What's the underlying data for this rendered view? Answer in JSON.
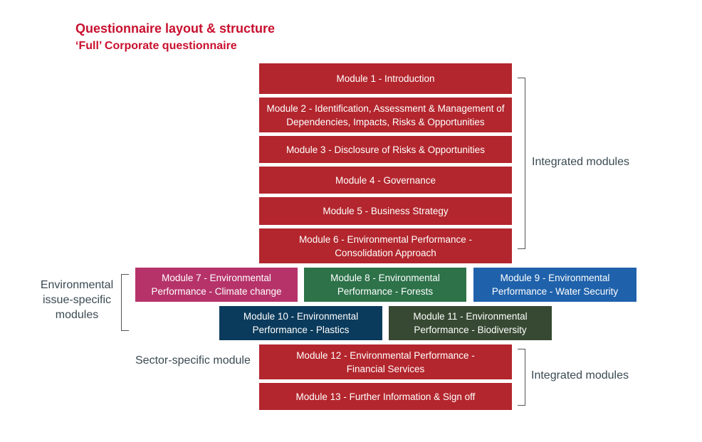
{
  "header": {
    "title": "Questionnaire layout & structure",
    "subtitle": "‘Full’ Corporate questionnaire"
  },
  "colors": {
    "title": "#c8102e",
    "integrated": "#b3262d",
    "climate": "#b6336a",
    "forests": "#2d7249",
    "water": "#1f62ab",
    "plastics": "#0b3b5c",
    "biodiversity": "#374932",
    "label_text": "#3a4a52"
  },
  "modules": [
    {
      "lines": [
        "Module 1 - Introduction"
      ]
    },
    {
      "lines": [
        "Module 2 - Identification, Assessment & Management of",
        "Dependencies, Impacts, Risks & Opportunities"
      ]
    },
    {
      "lines": [
        "Module 3 - Disclosure of Risks & Opportunities"
      ]
    },
    {
      "lines": [
        "Module 4 - Governance"
      ]
    },
    {
      "lines": [
        "Module 5 - Business Strategy"
      ]
    },
    {
      "lines": [
        "Module 6 - Environmental Performance -",
        "Consolidation Approach"
      ]
    },
    {
      "lines": [
        "Module 7 - Environmental",
        "Performance - Climate change"
      ]
    },
    {
      "lines": [
        "Module 8 - Environmental",
        "Performance - Forests"
      ]
    },
    {
      "lines": [
        "Module 9 - Environmental",
        "Performance - Water Security"
      ]
    },
    {
      "lines": [
        "Module 10 - Environmental",
        "Performance - Plastics"
      ]
    },
    {
      "lines": [
        "Module 11 - Environmental",
        "Performance - Biodiversity"
      ]
    },
    {
      "lines": [
        "Module 12 - Environmental Performance -",
        "Financial Services"
      ]
    },
    {
      "lines": [
        "Module 13 - Further Information & Sign off"
      ]
    }
  ],
  "labels": {
    "integrated_top": "Integrated modules",
    "environmental": [
      "Environmental",
      "issue-specific",
      "modules"
    ],
    "sector": "Sector-specific module",
    "integrated_bottom": "Integrated modules"
  }
}
